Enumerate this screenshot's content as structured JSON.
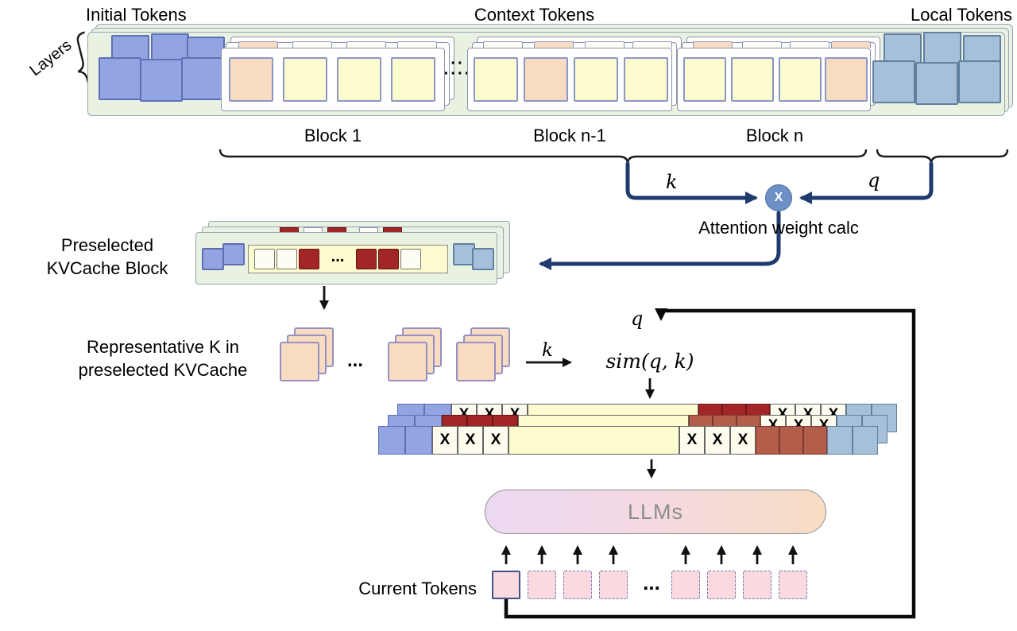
{
  "colors": {
    "green_bg": "#e9f2e2",
    "container_border": "#97a4b4",
    "initial_blue": "#93a4e2",
    "initial_blue_border": "#5f6fb4",
    "local_blue": "#a7c0da",
    "local_blue_border": "#60809f",
    "yellow": "#fdfccf",
    "peach": "#f8dcc2",
    "square_border": "#8c96c6",
    "red_dark": "#a32626",
    "red_brick": "#b35d4b",
    "navy": "#1e3a6e",
    "pink_token": "#fadade",
    "token_dash_border": "#6f7cb8",
    "llm_text": "#8d8d8d"
  },
  "top": {
    "initial_label": "Initial Tokens",
    "context_label": "Context Tokens",
    "local_label": "Local Tokens",
    "layers_label": "Layers",
    "block_labels": [
      "Block 1",
      "Block n-1",
      "Block n"
    ],
    "dots_row1": "··",
    "dots_row2": "····"
  },
  "attention": {
    "k_label": "k",
    "q_label": "q",
    "operator": "X",
    "caption": "Attention weight calc"
  },
  "preselected": {
    "label_line1": "Preselected",
    "label_line2": "KVCache Block",
    "dots": "..."
  },
  "representative": {
    "label_line1": "Representative K in",
    "label_line2": "preselected KVCache",
    "dots": "...",
    "k_label": "k",
    "q_label": "q",
    "sim_label": "sim(q, k)"
  },
  "strip": {
    "x_mark": "X"
  },
  "llm": {
    "label": "LLMs"
  },
  "current": {
    "label": "Current Tokens",
    "dots": "..."
  }
}
